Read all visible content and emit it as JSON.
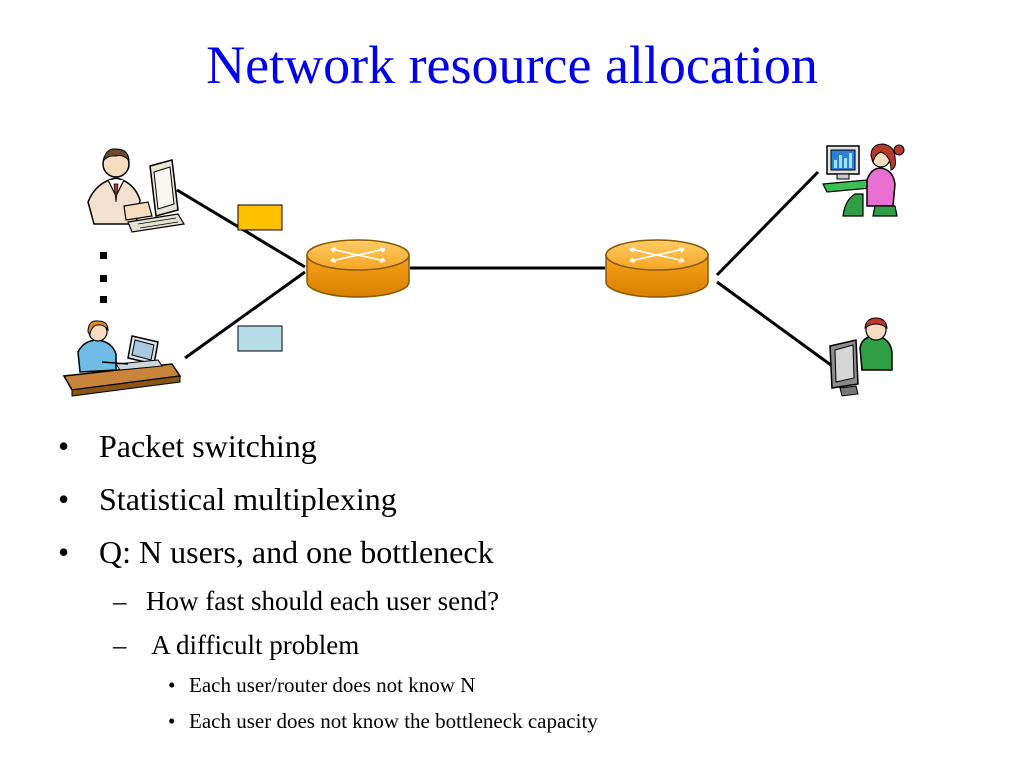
{
  "slide": {
    "title": "Network resource allocation",
    "bullets": [
      {
        "level": 1,
        "text": "Packet switching"
      },
      {
        "level": 1,
        "text": "Statistical multiplexing"
      },
      {
        "level": 1,
        "text": "Q: N users, and one bottleneck"
      },
      {
        "level": 2,
        "text": "How fast should each user send?"
      },
      {
        "level": 2,
        "text": " A difficult problem"
      },
      {
        "level": 3,
        "text": "Each user/router does not know N"
      },
      {
        "level": 3,
        "text": "Each user does not know the bottleneck capacity"
      }
    ]
  },
  "diagram": {
    "nodes": [
      {
        "icon": "businessman-at-computer-icon"
      },
      {
        "icon": "ellipsis-icon"
      },
      {
        "icon": "woman-at-laptop-icon"
      },
      {
        "icon": "router-icon"
      },
      {
        "icon": "router-icon"
      },
      {
        "icon": "woman-at-monitor-icon"
      },
      {
        "icon": "user-at-monitor-icon"
      }
    ],
    "colors": {
      "router_fill": "#f5a623",
      "router_edge": "#8a5a00",
      "packet_1": "#ffc000",
      "packet_2": "#b7dde8",
      "title": "#0000f0"
    }
  }
}
